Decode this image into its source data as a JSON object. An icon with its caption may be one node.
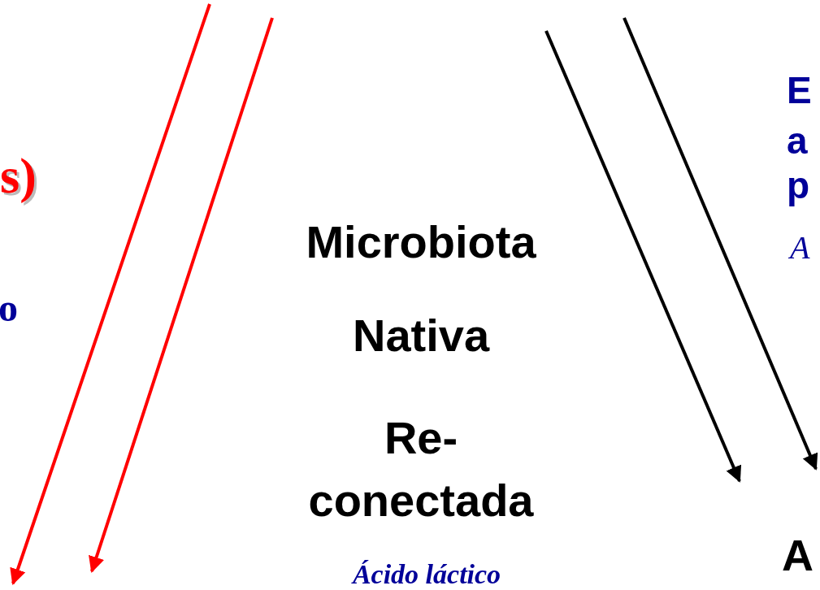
{
  "diagram": {
    "labels": [
      "s)",
      "o",
      "E",
      "a",
      "p",
      "A",
      "Microbiota",
      "Nativa",
      "Re- conectada",
      "Ácido láctico",
      "A"
    ]
  }
}
